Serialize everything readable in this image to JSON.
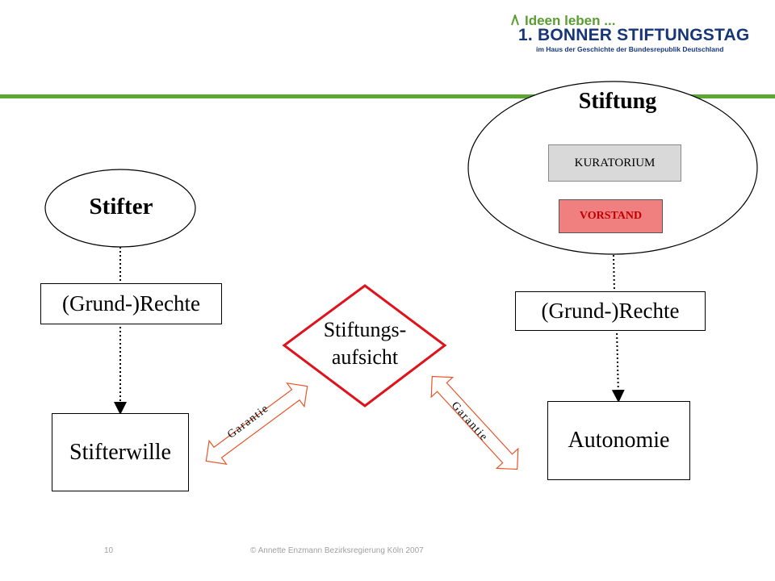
{
  "logo": {
    "line1": "Ideen leben ...",
    "line2": "1. BONNER STIFTUNGSTAG",
    "line3": "im Haus der Geschichte der Bundesrepublik Deutschland"
  },
  "stiftung": {
    "title": "Stiftung",
    "kuratorium": "KURATORIUM",
    "vorstand": "VORSTAND"
  },
  "stifter": {
    "title": "Stifter"
  },
  "left": {
    "rechte": "(Grund-)Rechte",
    "result": "Stifterwille"
  },
  "right": {
    "rechte": "(Grund-)Rechte",
    "result": "Autonomie"
  },
  "aufsicht": {
    "line1": "Stiftungs-",
    "line2": "aufsicht"
  },
  "garantie_left": "Garantie",
  "garantie_right": "Garantie",
  "footer": {
    "page": "10",
    "copyright": "© Annette Enzmann Bezirksregierung Köln 2007"
  },
  "colors": {
    "accent_green": "#5aa832",
    "logo_blue": "#17367a",
    "diamond_red": "#e0121b",
    "arrow_outline": "#e8562a",
    "vorstand_fill": "#f07f80"
  }
}
